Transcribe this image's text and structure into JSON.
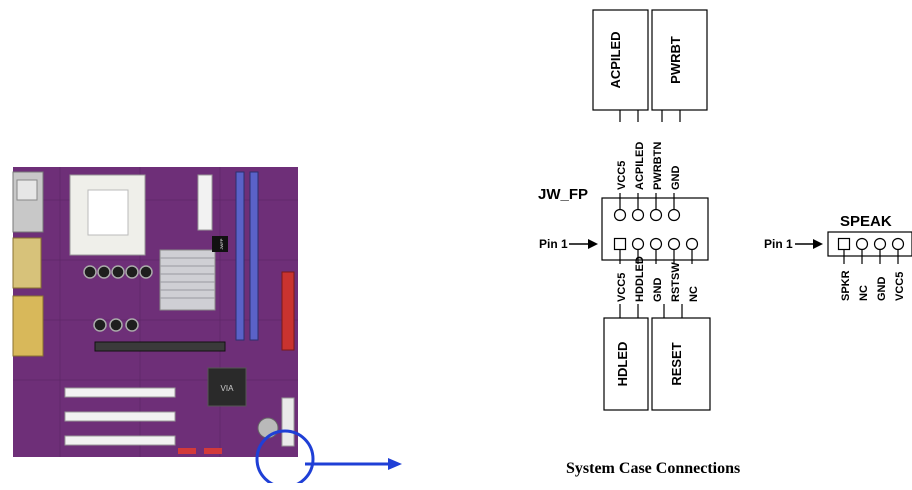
{
  "jw_fp": {
    "title": "JW_FP",
    "pin1_label": "Pin 1",
    "top_pins": [
      "VCC5",
      "ACPILED",
      "PWRBTN",
      "GND"
    ],
    "bottom_pins": [
      "VCC5",
      "HDDLED",
      "GND",
      "RSTSW",
      "NC"
    ],
    "top_boxes": [
      "ACPILED",
      "PWRBT"
    ],
    "bottom_boxes": [
      "HDLED",
      "RESET"
    ]
  },
  "speak": {
    "title": "SPEAK",
    "pin1_label": "Pin 1",
    "pins": [
      "SPKR",
      "NC",
      "GND",
      "VCC5"
    ]
  },
  "caption": "System Case Connections",
  "board": {
    "chip_label": "VIA",
    "small_label": "JWFP"
  },
  "colors": {
    "board": "#6e2f78",
    "board_dark": "#4a1d55",
    "highlight": "#1f3fd6",
    "ink": "#000000"
  }
}
